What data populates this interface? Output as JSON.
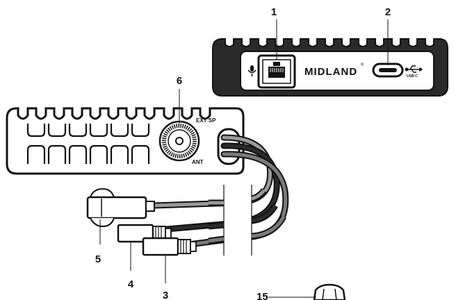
{
  "device_front": {
    "brand": "MIDLAND",
    "registered_mark": "®",
    "usb_label": "USB-C"
  },
  "device_side": {
    "ext_sp_label": "EXT SP",
    "ant_label": "ANT"
  },
  "callouts": {
    "c1": "1",
    "c2": "2",
    "c3": "3",
    "c4": "4",
    "c5": "5",
    "c6": "6",
    "c15": "15"
  }
}
